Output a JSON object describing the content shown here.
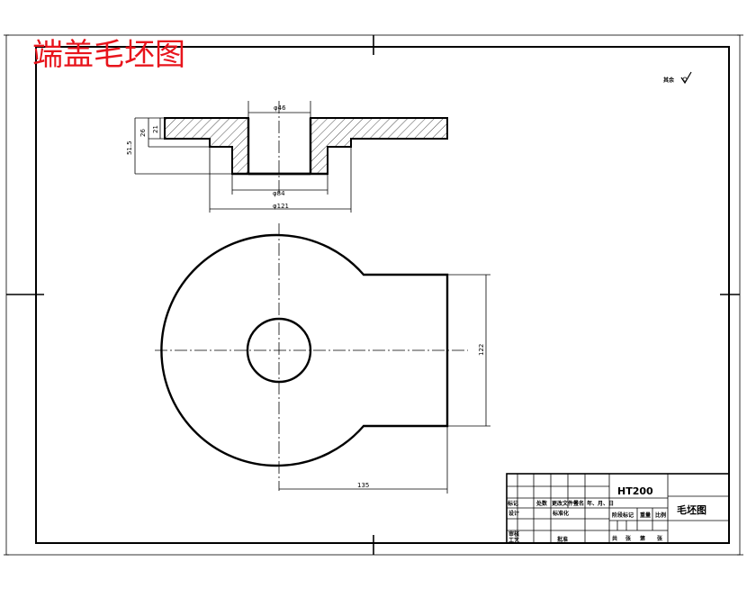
{
  "drawing": {
    "title": "端盖毛坯图",
    "surface_note": "其余",
    "material": "HT200",
    "part_name": "毛坯图"
  },
  "dimensions": {
    "phi46": "φ46",
    "phi84": "φ84",
    "phi121": "φ121",
    "h26": "26",
    "h21": "21",
    "h515": "51.5",
    "w122": "122",
    "w135": "135"
  },
  "title_block": {
    "row_labels": [
      "标记",
      "处数",
      "更改文件号",
      "签名",
      "年、月、日"
    ],
    "design": "设计",
    "standardize": "标准化",
    "review": "审核",
    "process": "工艺",
    "approve": "批准",
    "stage_mark": "阶段标记",
    "weight": "重量",
    "scale": "比例",
    "sheet_total": "共",
    "sheet_unit": "张",
    "sheet_no": "第",
    "sheet_unit2": "张"
  },
  "colors": {
    "title_red": "#e8141c",
    "line": "#000000"
  }
}
